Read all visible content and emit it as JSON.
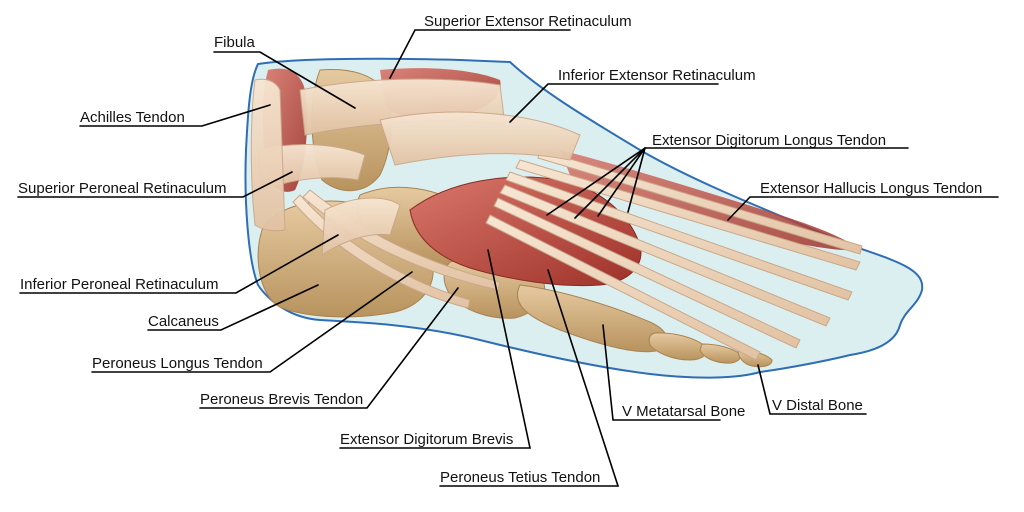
{
  "labels": {
    "superior_extensor_retinaculum": "Superior Extensor Retinaculum",
    "fibula": "Fibula",
    "inferior_extensor_retinaculum": "Inferior Extensor Retinaculum",
    "achilles_tendon": "Achilles Tendon",
    "extensor_digitorum_longus_tendon": "Extensor Digitorum Longus Tendon",
    "superior_peroneal_retinaculum": "Superior Peroneal Retinaculum",
    "extensor_hallucis_longus_tendon": "Extensor Hallucis Longus Tendon",
    "inferior_peroneal_retinaculum": "Inferior Peroneal Retinaculum",
    "calcaneus": "Calcaneus",
    "peroneus_longus_tendon": "Peroneus Longus Tendon",
    "peroneus_brevis_tendon": "Peroneus Brevis Tendon",
    "v_metatarsal_bone": "V Metatarsal Bone",
    "v_distal_bone": "V Distal Bone",
    "extensor_digitorum_brevis": "Extensor Digitorum Brevis",
    "peroneus_tetius_tendon": "Peroneus Tetius Tendon"
  },
  "colors": {
    "skin_fill": "#dceff0",
    "skin_outline": "#2f6db5",
    "bone": "#d9b98a",
    "bone_dark": "#b8935e",
    "muscle": "#b8443c",
    "muscle_light": "#d9776b",
    "tendon": "#f3dcc6",
    "tendon_edge": "#c9a88a",
    "leader": "#000000"
  }
}
